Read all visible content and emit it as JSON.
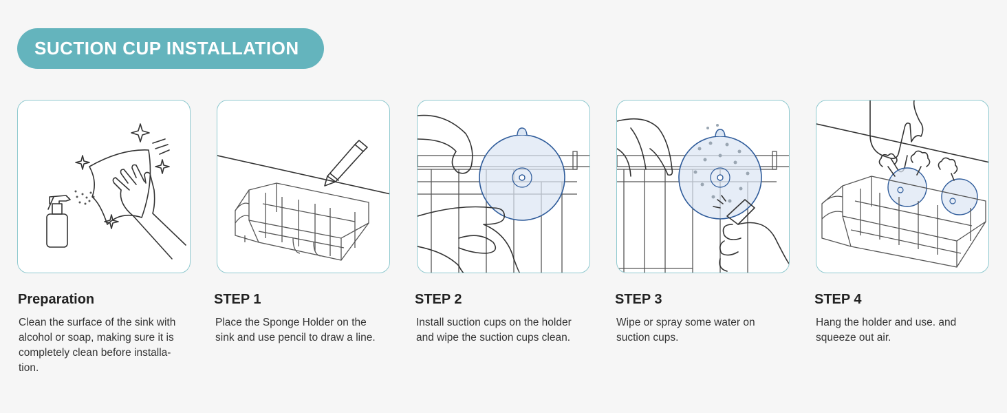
{
  "banner": {
    "title": "SUCTION CUP INSTALLATION",
    "color": "#64b4bd"
  },
  "steps": [
    {
      "title": "Preparation",
      "description": "Clean the surface of the sink with alcohol or soap, making sure it is completely clean before installa-tion.",
      "illustration": "spray-and-wipe-icon"
    },
    {
      "title": "STEP 1",
      "description": "Place the Sponge Holder on the sink and use pencil to draw a line.",
      "illustration": "pencil-and-basket-icon"
    },
    {
      "title": "STEP 2",
      "description": "Install suction cups on the holder and wipe the suction cups clean.",
      "illustration": "wipe-suction-cup-icon"
    },
    {
      "title": "STEP 3",
      "description": "Wipe or spray some water on suction cups.",
      "illustration": "spray-suction-cup-icon"
    },
    {
      "title": "STEP 4",
      "description": "Hang the holder and use. and squeeze out air.",
      "illustration": "press-holder-icon"
    }
  ],
  "colors": {
    "accent": "#64b4bd",
    "card_border": "#8fc9cf",
    "suction_cup": "#2e5b9a"
  }
}
